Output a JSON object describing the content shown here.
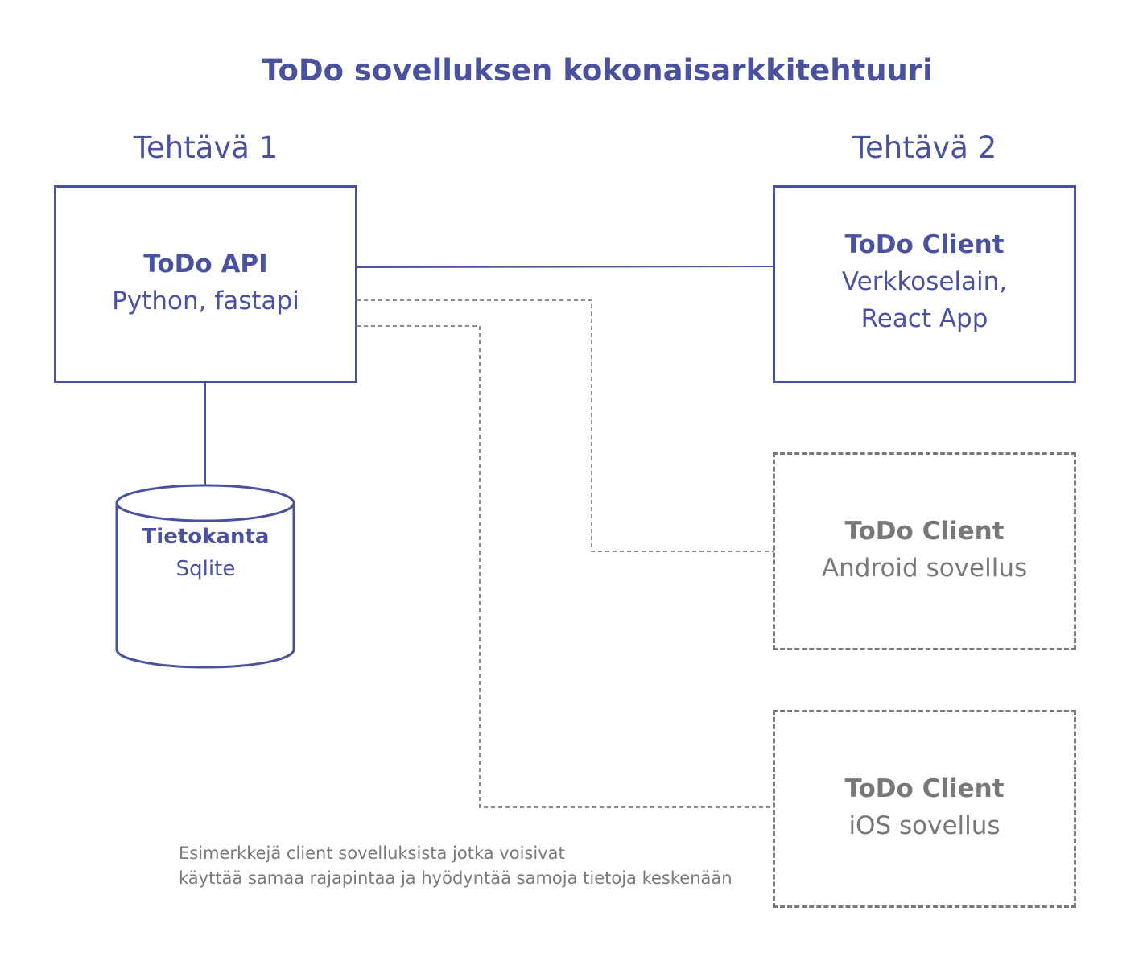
{
  "title": "ToDo sovelluksen kokonaisarkkitehtuuri",
  "sections": {
    "task1": "Tehtävä 1",
    "task2": "Tehtävä 2"
  },
  "api": {
    "title": "ToDo API",
    "subtitle": "Python, fastapi"
  },
  "web_client": {
    "title": "ToDo Client",
    "line1": "Verkkoselain,",
    "line2": "React App"
  },
  "android_client": {
    "title": "ToDo Client",
    "subtitle": "Android sovellus"
  },
  "ios_client": {
    "title": "ToDo Client",
    "subtitle": "iOS sovellus"
  },
  "database": {
    "title": "Tietokanta",
    "subtitle": "Sqlite"
  },
  "note": {
    "line1": "Esimerkkejä client sovelluksista jotka voisivat",
    "line2": "käyttää samaa rajapintaa ja hyödyntää samoja tietoja keskenään"
  },
  "colors": {
    "primary": "#4a519e",
    "muted": "#787878"
  }
}
